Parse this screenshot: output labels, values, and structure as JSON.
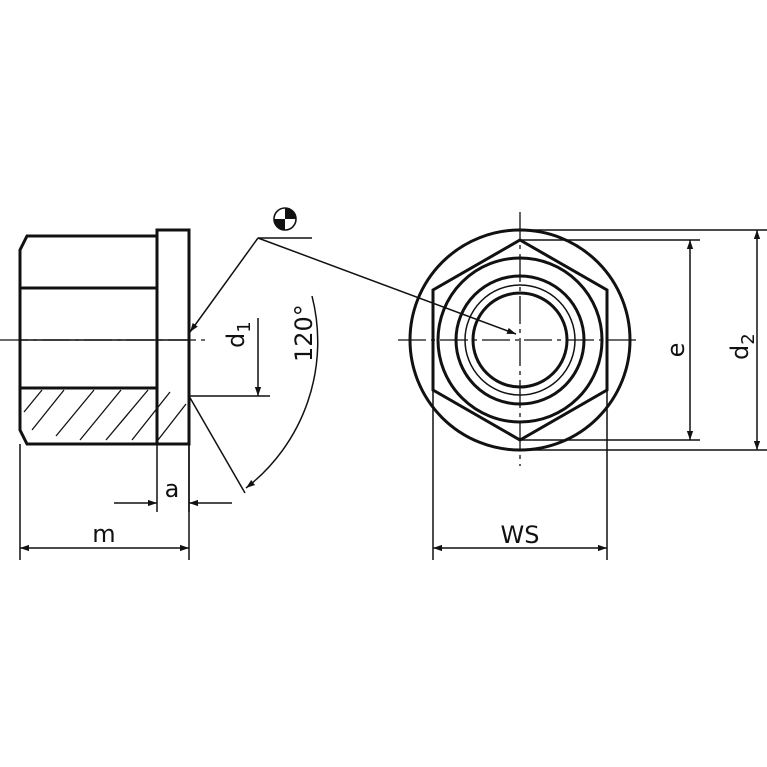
{
  "labels": {
    "a": "a",
    "m": "m",
    "d1_main": "d",
    "d1_sub": "1",
    "angle": "120°",
    "e": "e",
    "d2_main": "d",
    "d2_sub": "2",
    "ws": "WS"
  },
  "symbols": {
    "surface_mark": "surface-finish-symbol"
  }
}
